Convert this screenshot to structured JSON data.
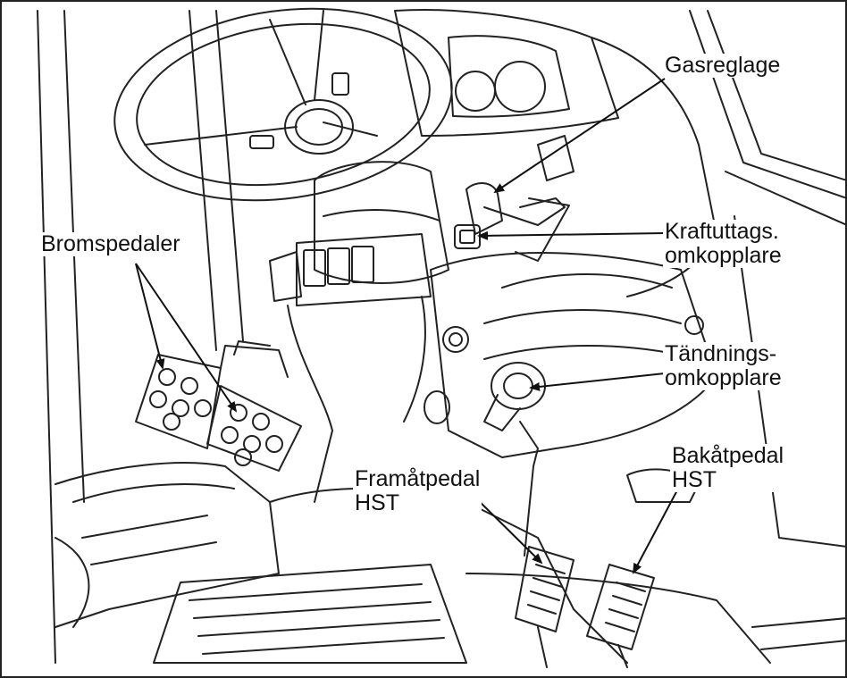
{
  "labels": {
    "gasreglage": "Gasreglage",
    "bromspedaler": "Bromspedaler",
    "kraftuttag_line1": "Kraftuttags.",
    "kraftuttag_line2": "omkopplare",
    "tandning_line1": "Tändnings-",
    "tandning_line2": "omkopplare",
    "framat_line1": "Framåtpedal",
    "framat_line2": "HST",
    "bakat_line1": "Bakåtpedal",
    "bakat_line2": "HST"
  },
  "colors": {
    "line": "#111111",
    "background": "#ffffff"
  }
}
